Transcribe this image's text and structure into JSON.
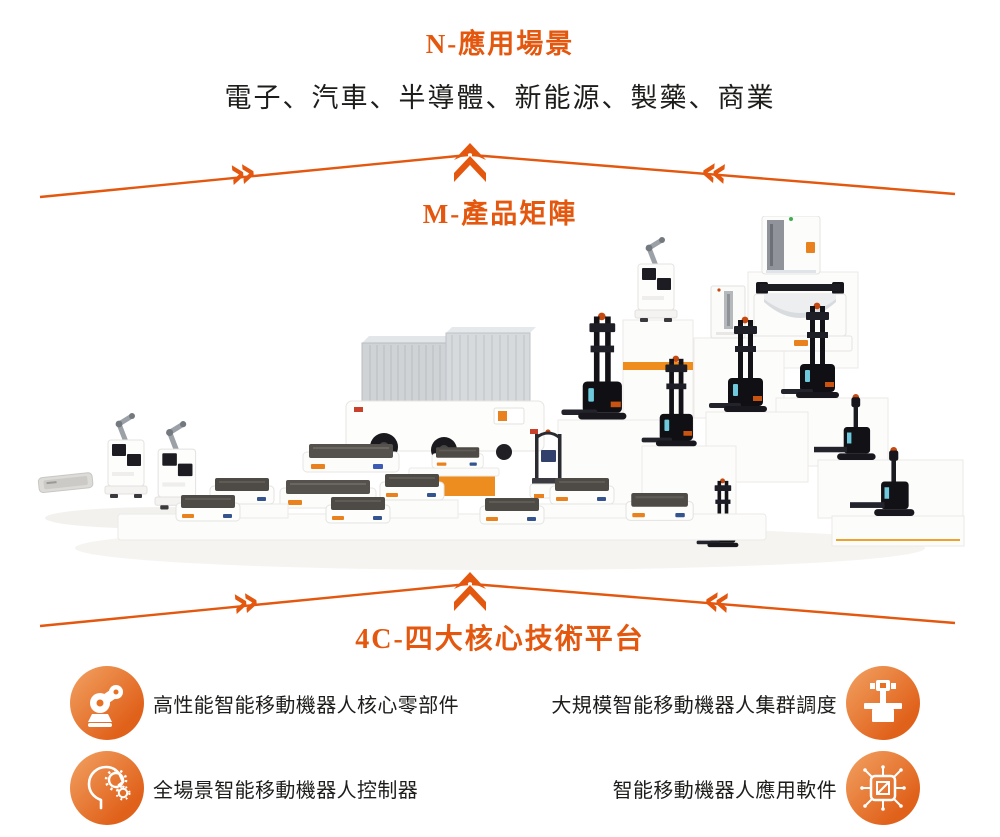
{
  "colors": {
    "accent": "#e4570e",
    "icon_grad_start": "#f2a263",
    "icon_grad_end": "#e0611a",
    "text": "#1d1d1b",
    "scene_orange": "#ef8c1e"
  },
  "applications": {
    "title": "N-應用場景",
    "industries": "電子、汽車、半導體、新能源、製藥、商業"
  },
  "product_matrix": {
    "title": "M-產品矩陣"
  },
  "divider": {
    "chevron_right": "»",
    "chevron_left": "«"
  },
  "core_platforms": {
    "title": "4C-四大核心技術平台",
    "items": [
      {
        "id": "components",
        "icon": "robot-arm-icon",
        "label": "高性能智能移動機器人核心零部件"
      },
      {
        "id": "fleet-scheduling",
        "icon": "lift-robot-icon",
        "label": "大規模智能移動機器人集群調度"
      },
      {
        "id": "controller",
        "icon": "ai-brain-icon",
        "label": "全場景智能移動機器人控制器"
      },
      {
        "id": "software",
        "icon": "chip-icon",
        "label": "智能移動機器人應用軟件"
      }
    ]
  }
}
